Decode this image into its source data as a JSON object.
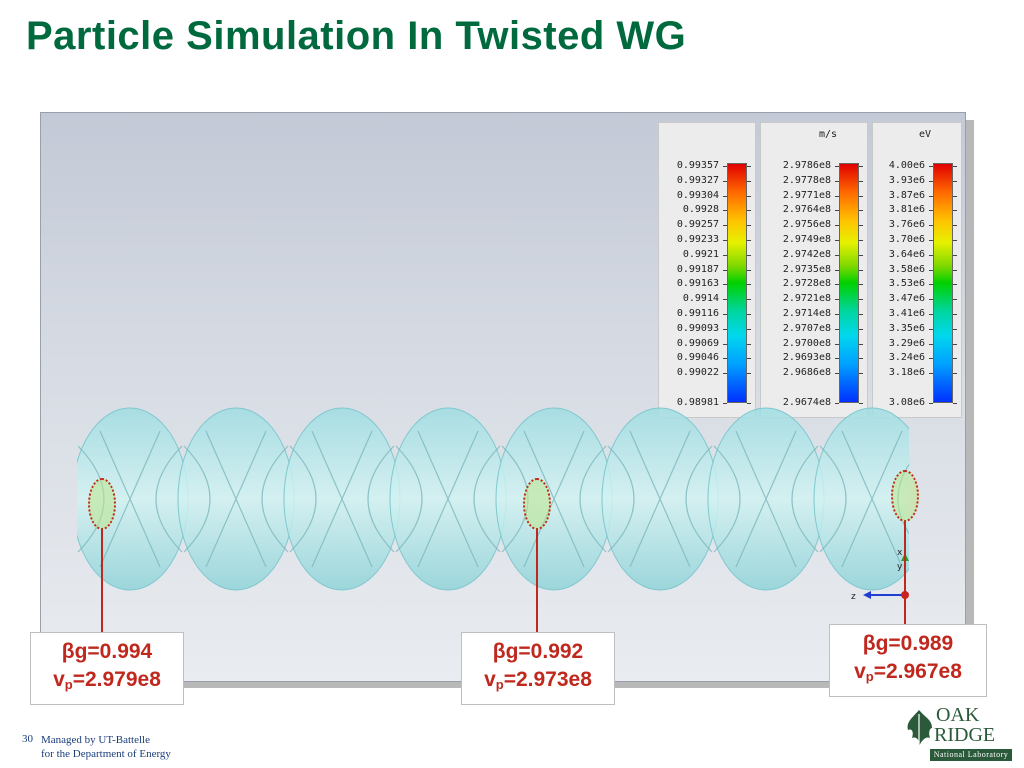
{
  "slide": {
    "title": "Particle Simulation In Twisted WG",
    "page_number": "30",
    "footer_line1": "Managed by UT-Battelle",
    "footer_line2": "for the Department of Energy"
  },
  "legends": [
    {
      "unit": "",
      "labels": [
        "0.99357",
        "0.99327",
        "0.99304",
        "0.9928",
        "0.99257",
        "0.99233",
        "0.9921",
        "0.99187",
        "0.99163",
        "0.9914",
        "0.99116",
        "0.99093",
        "0.99069",
        "0.99046",
        "0.99022",
        "0.98981"
      ]
    },
    {
      "unit": "m/s",
      "labels": [
        "2.9786e8",
        "2.9778e8",
        "2.9771e8",
        "2.9764e8",
        "2.9756e8",
        "2.9749e8",
        "2.9742e8",
        "2.9735e8",
        "2.9728e8",
        "2.9721e8",
        "2.9714e8",
        "2.9707e8",
        "2.9700e8",
        "2.9693e8",
        "2.9686e8",
        "2.9674e8"
      ]
    },
    {
      "unit": "eV",
      "labels": [
        "4.00e6",
        "3.93e6",
        "3.87e6",
        "3.81e6",
        "3.76e6",
        "3.70e6",
        "3.64e6",
        "3.58e6",
        "3.53e6",
        "3.47e6",
        "3.41e6",
        "3.35e6",
        "3.29e6",
        "3.24e6",
        "3.18e6",
        "3.08e6"
      ]
    }
  ],
  "axes": {
    "x": "x",
    "y": "y",
    "z": "z"
  },
  "callouts": [
    {
      "beta": "βg=0.994",
      "vp_prefix": "v",
      "vp_sub": "p",
      "vp_value": "=2.979e8"
    },
    {
      "beta": "βg=0.992",
      "vp_prefix": "v",
      "vp_sub": "p",
      "vp_value": "=2.973e8"
    },
    {
      "beta": "βg=0.989",
      "vp_prefix": "v",
      "vp_sub": "p",
      "vp_value": "=2.967e8"
    }
  ],
  "logo": {
    "word1": "OAK",
    "word2": "RIDGE",
    "strip": "National Laboratory"
  },
  "colors": {
    "title": "#00693E",
    "callout": "#C0281E",
    "guide": "#8fd8dc"
  }
}
